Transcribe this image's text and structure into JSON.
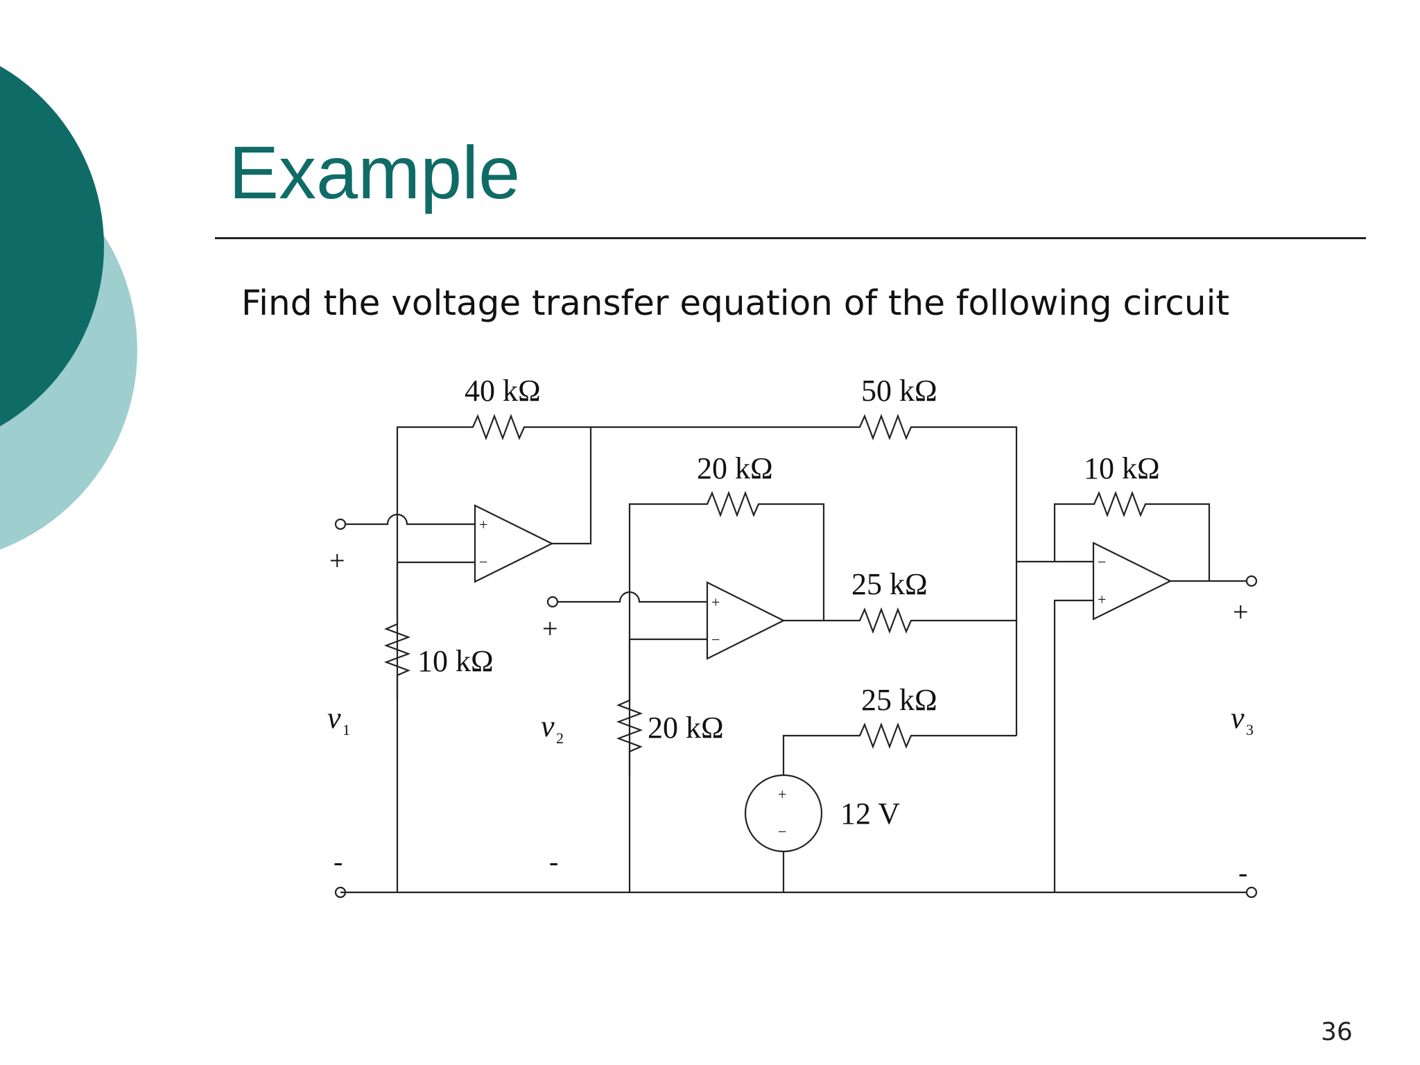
{
  "slide": {
    "title": "Example",
    "subtitle": "Find the voltage transfer equation of the following circuit",
    "page_number": "36"
  },
  "theme": {
    "accent": "#0f6b66",
    "accent_light": "#9ecece",
    "rule": "#222222",
    "wire": "#222222"
  },
  "circuit": {
    "resistors": {
      "r40k": "40 kΩ",
      "r50k": "50 kΩ",
      "r20k_feedback": "20 kΩ",
      "r10k_feedback": "10 kΩ",
      "r25k_a": "25 kΩ",
      "r25k_b": "25 kΩ",
      "r10k_ground": "10 kΩ",
      "r20k_ground": "20 kΩ"
    },
    "source": "12 V",
    "terminals": {
      "v1": {
        "var": "v",
        "sub": "1",
        "plus": "+",
        "minus": "-"
      },
      "v2": {
        "var": "v",
        "sub": "2",
        "plus": "+",
        "minus": "-"
      },
      "v3": {
        "var": "v",
        "sub": "3",
        "plus": "+",
        "minus": "-"
      }
    },
    "opamp_signs": {
      "plus": "+",
      "minus": "−"
    }
  }
}
